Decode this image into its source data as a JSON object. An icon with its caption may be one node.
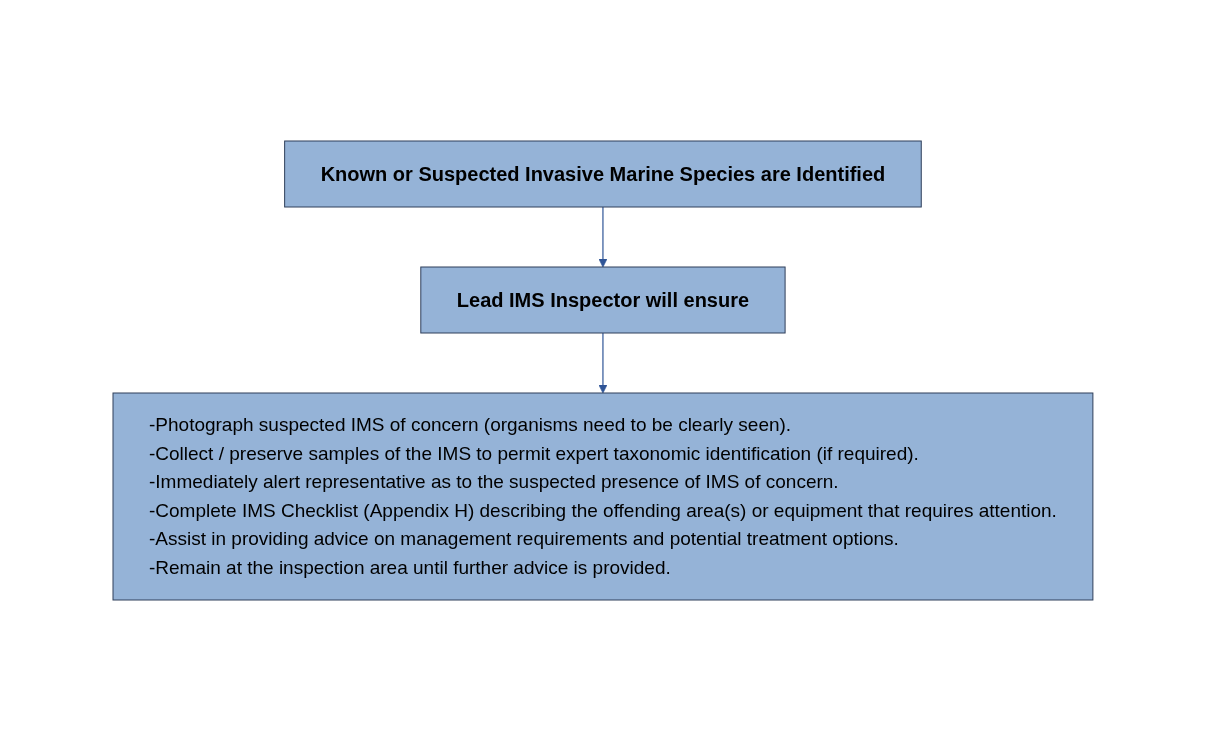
{
  "diagram": {
    "nodes": [
      {
        "text": [
          "Known or Suspected Invasive Marine Species are Identified"
        ]
      },
      {
        "text": [
          "Lead IMS Inspector will ensure"
        ]
      },
      {
        "text": [
          "-Photograph suspected IMS of concern (organisms need to be clearly seen).",
          "-Collect / preserve samples of the IMS to permit expert taxonomic identification (if required).",
          "-Immediately alert representative as to the suspected presence of IMS of concern.",
          "-Complete IMS Checklist (Appendix H) describing the offending area(s) or equipment that requires attention.",
          "-Assist in providing advice on management requirements and potential treatment options.",
          "-Remain at the inspection area until further advice is provided."
        ]
      }
    ],
    "edges": [
      {
        "from": 0,
        "to": 1,
        "arrow": "to"
      },
      {
        "from": 1,
        "to": 2,
        "arrow": "to"
      }
    ]
  }
}
